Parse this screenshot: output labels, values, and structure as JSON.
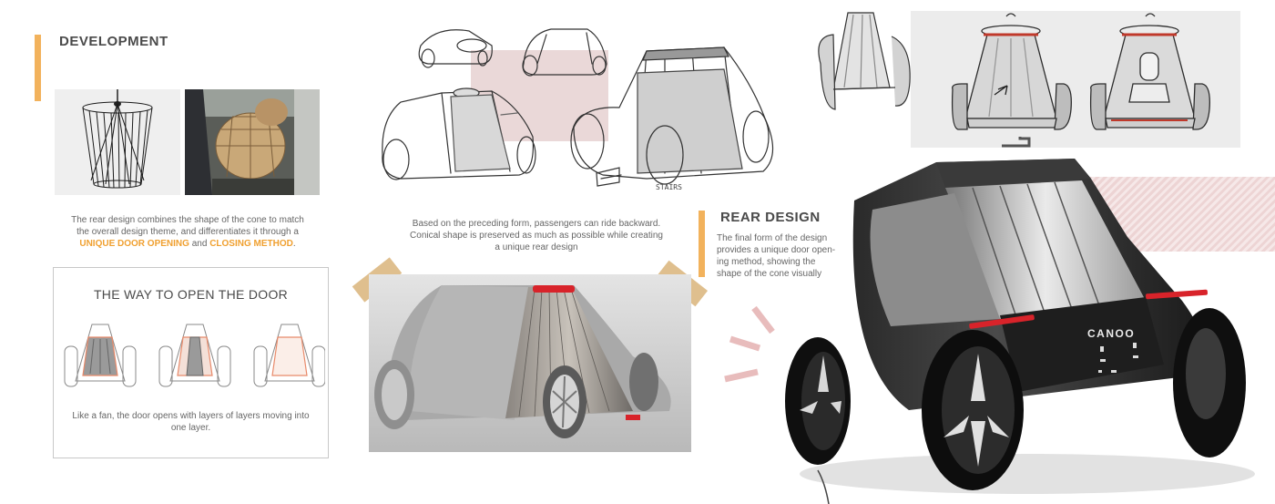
{
  "development": {
    "title": "DEVELOPMENT",
    "caption_line1": "The rear design combines the shape of the cone to match",
    "caption_line2": "the overall design theme, and differentiates it through a",
    "caption_highlight1": "UNIQUE DOOR OPENING",
    "caption_and": " and ",
    "caption_highlight2": "CLOSING METHOD",
    "caption_period": "."
  },
  "door_section": {
    "title": "THE WAY TO OPEN THE DOOR",
    "caption_line1": "Like a fan, the door opens with layers of layers moving into",
    "caption_line2": "one layer."
  },
  "sketch_section": {
    "caption_line1": "Based on the preceding form, passengers can ride backward.",
    "caption_line2": "Conical shape is preserved as much as possible while creating",
    "caption_line3": "a unique rear design",
    "sketch_note": "STAIRS"
  },
  "rear_design": {
    "title": "REAR DESIGN",
    "caption_line1": "The final form of the design",
    "caption_line2": "provides a unique door open-",
    "caption_line3": "ing method, showing the",
    "caption_line4": "shape of the cone visually"
  },
  "render": {
    "brand": "CANOO"
  },
  "colors": {
    "accent": "#f2b25c",
    "highlight_text": "#f0a030",
    "pink_block": "#ead8d8",
    "tape": "#d9b47a",
    "taillight": "#d8232a"
  }
}
